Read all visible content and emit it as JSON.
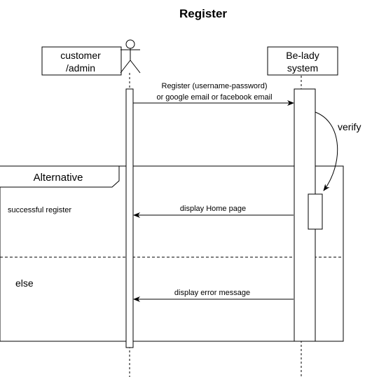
{
  "title": "Register",
  "actors": {
    "customer_label_line1": "customer",
    "customer_label_line2": "/admin",
    "system_label_line1": "Be-lady",
    "system_label_line2": "system"
  },
  "messages": {
    "register_line1": "Register (username-password)",
    "register_line2": "or google email or facebook email",
    "verify": "verify",
    "display_home": "display Home page",
    "display_error": "display error message"
  },
  "fragment": {
    "label": "Alternative",
    "condition_success": "successful register",
    "condition_else": "else"
  },
  "colors": {
    "stroke": "#000000",
    "background": "#ffffff"
  }
}
